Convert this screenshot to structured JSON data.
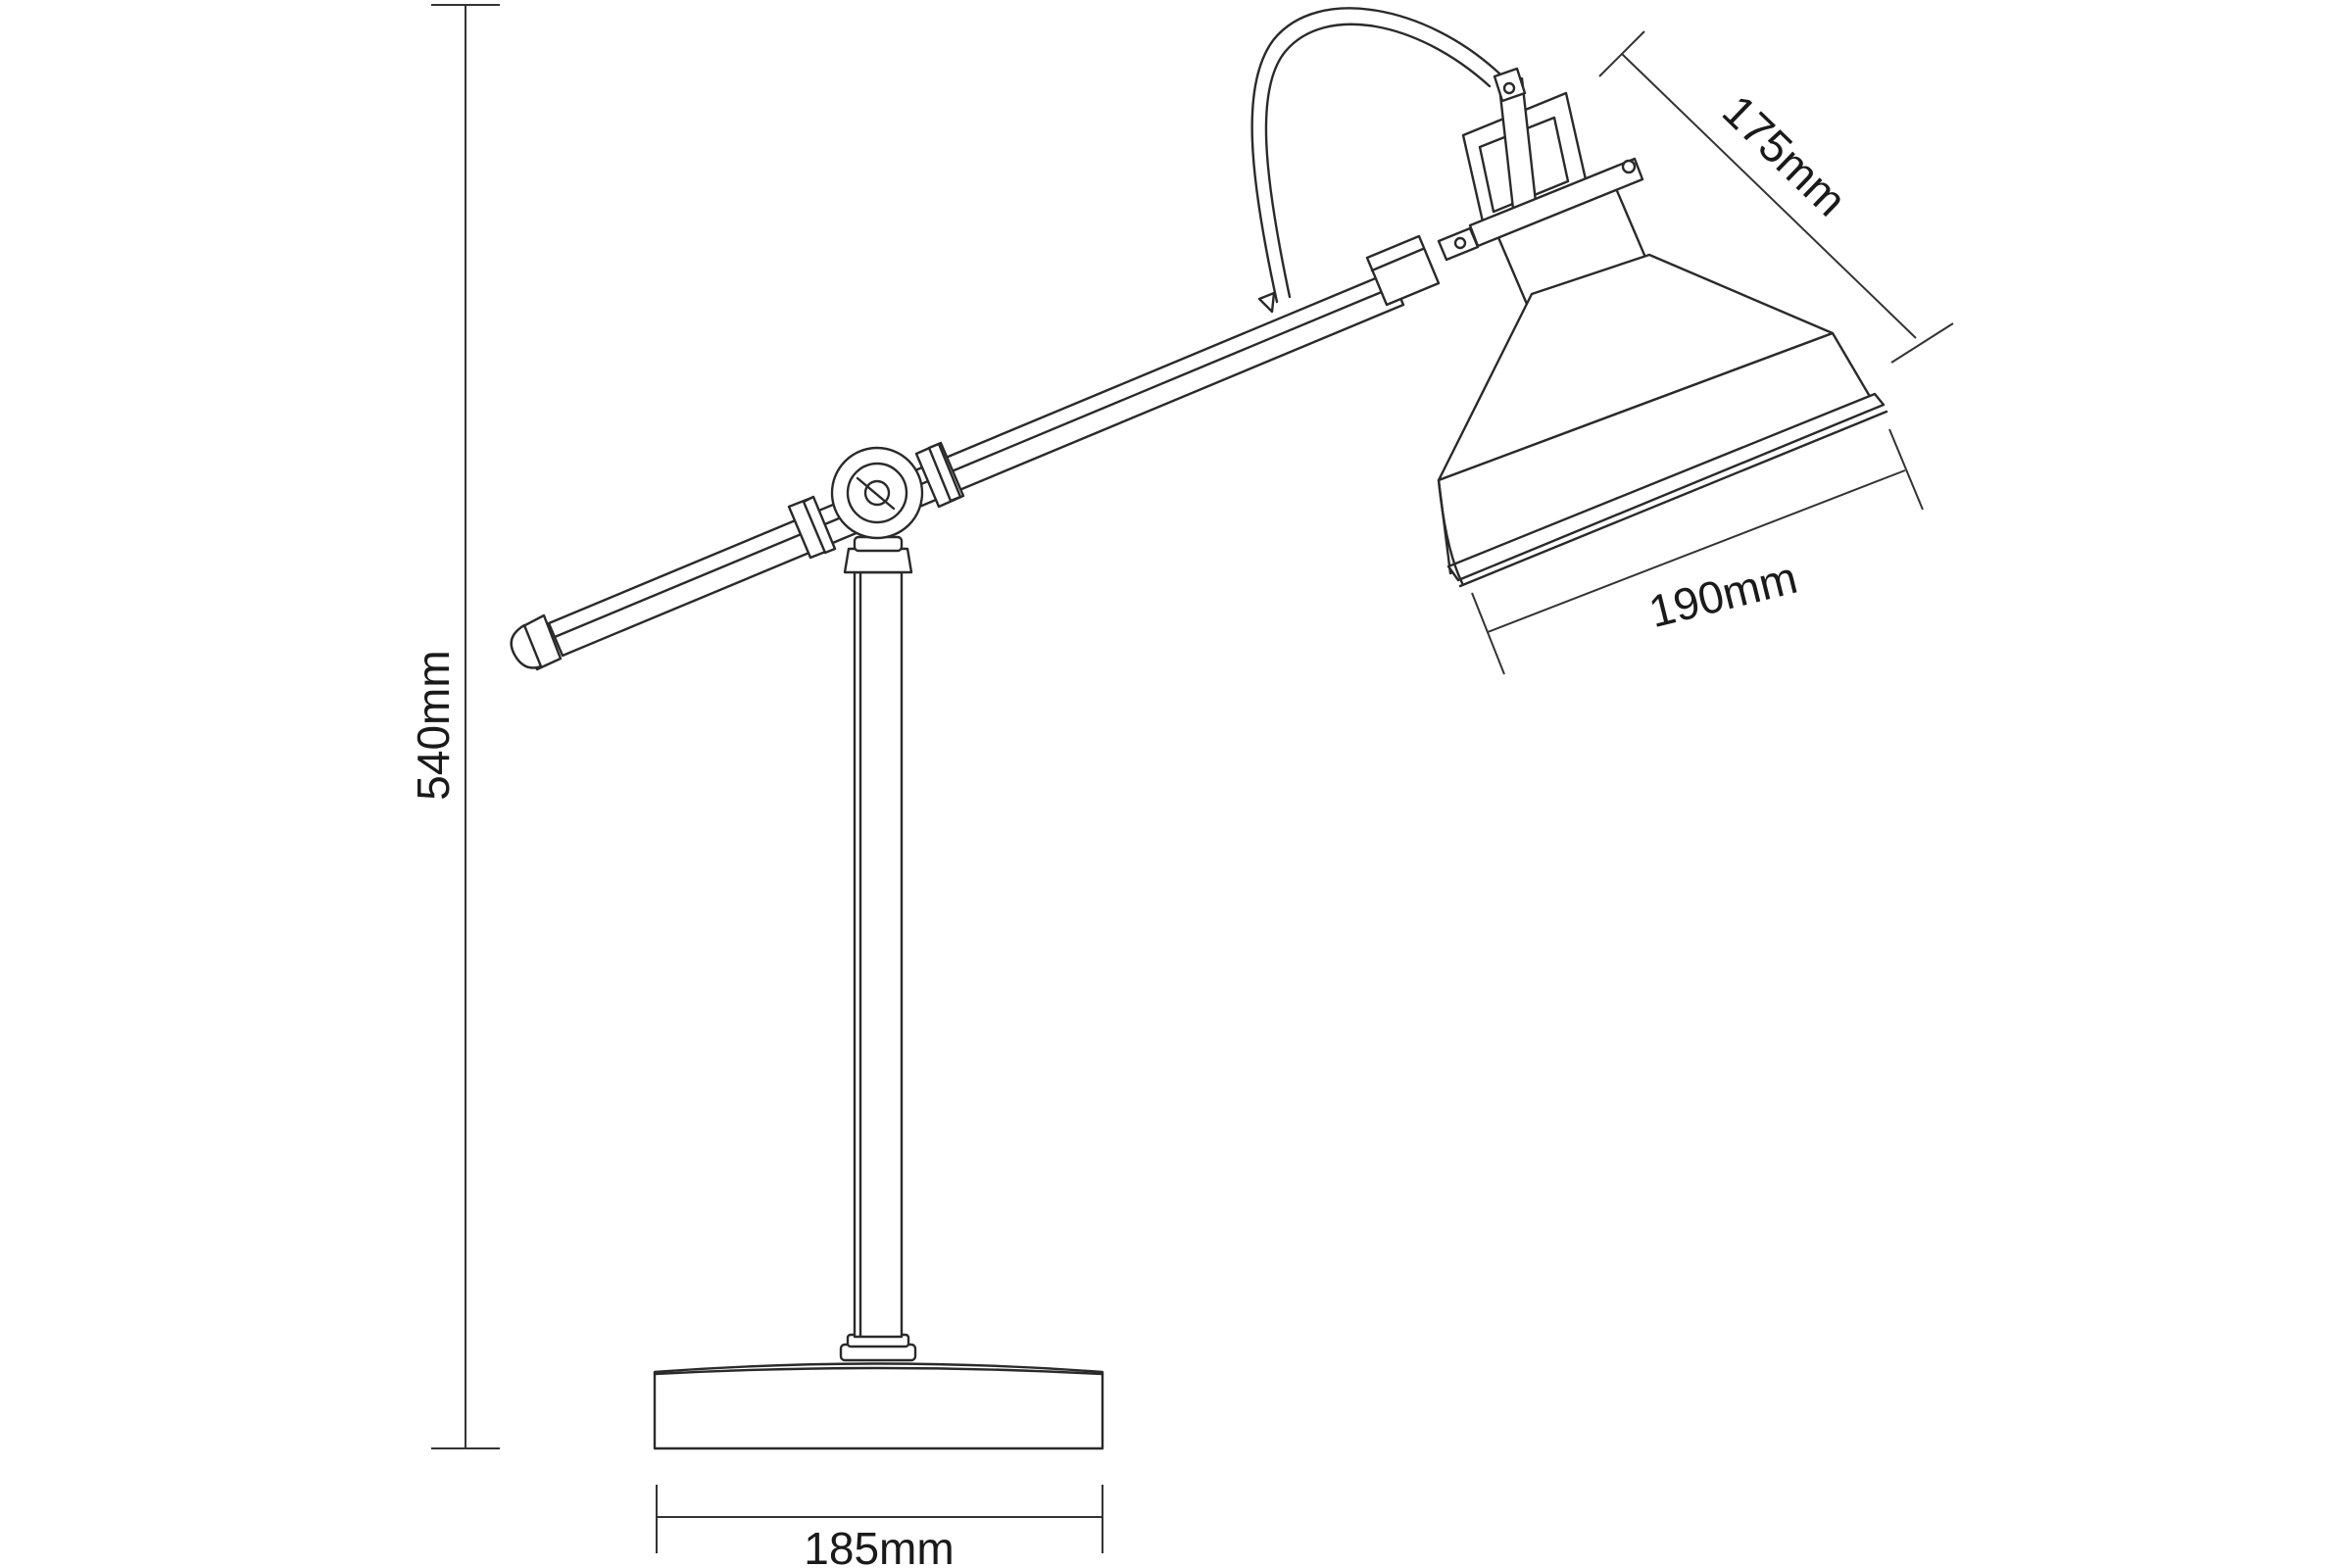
{
  "dimensions": {
    "height": "540mm",
    "base_width": "185mm",
    "shade_width": "190mm",
    "shade_depth": "175mm"
  }
}
